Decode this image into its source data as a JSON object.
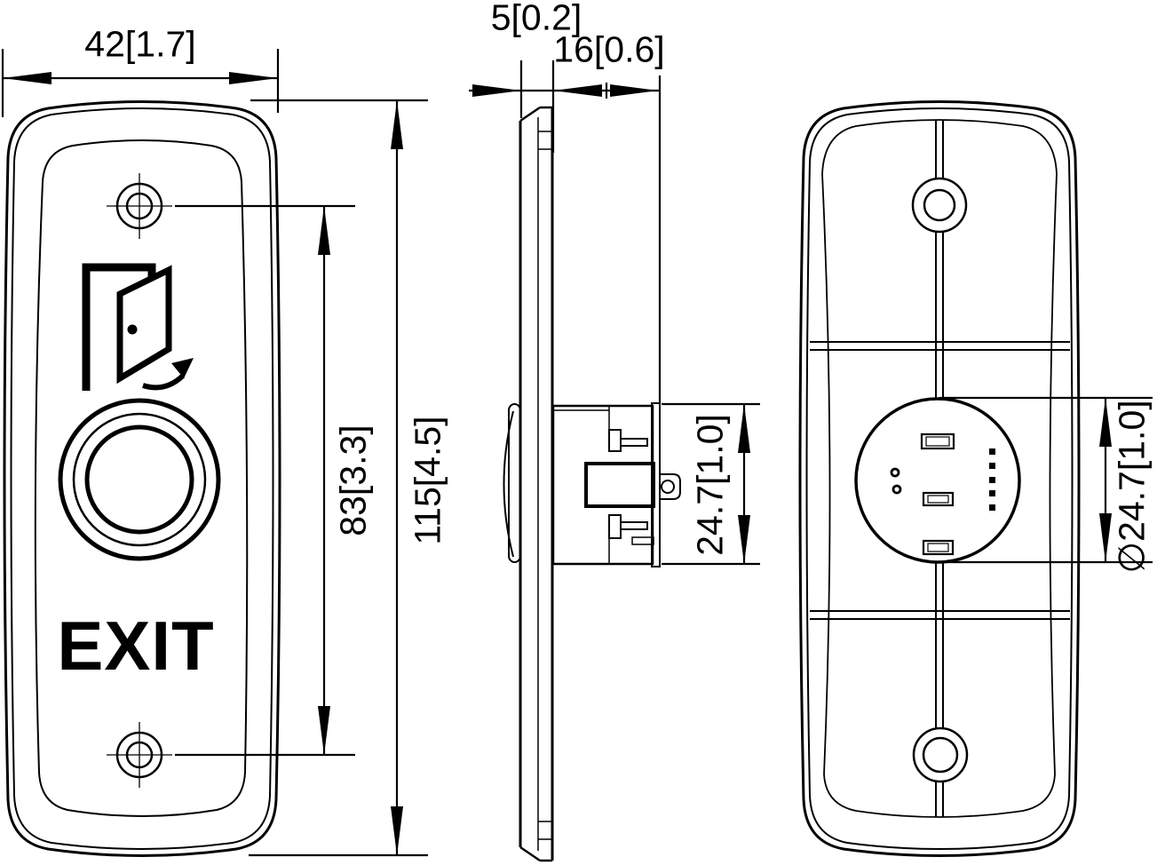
{
  "drawing": {
    "description": "Three-view mechanical drawing of an EXIT push-button wall plate",
    "units": "mm [inches]"
  },
  "views": {
    "front": {
      "labels": {
        "width": "42[1.7]",
        "hole_spacing": "83[3.3]",
        "height": "115[4.5]",
        "button_text": "EXIT"
      }
    },
    "side": {
      "labels": {
        "panel_thickness": "5[0.2]",
        "total_depth": "16[0.6]",
        "switch_body_height": "24.7[1.0]"
      }
    },
    "back": {
      "labels": {
        "switch_diameter": "∅24.7[1.0]"
      }
    }
  },
  "colors": {
    "line": "#000000",
    "background": "#ffffff"
  }
}
